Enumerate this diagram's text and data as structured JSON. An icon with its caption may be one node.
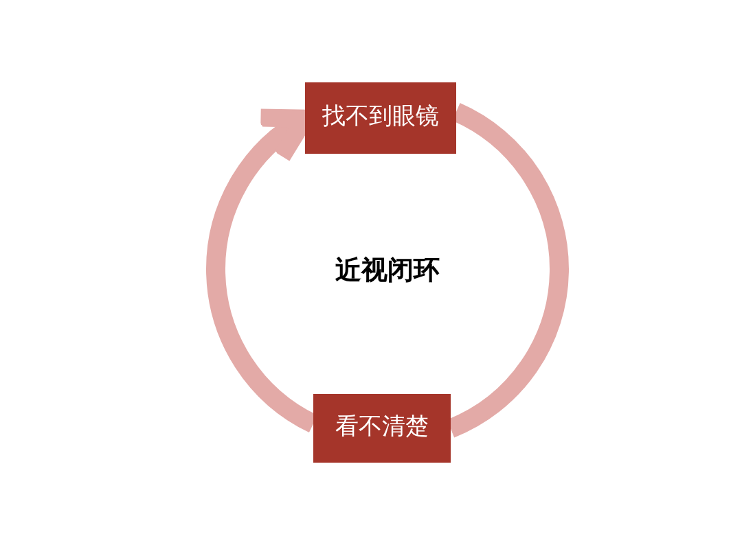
{
  "diagram": {
    "nodes": [
      {
        "text": [
          "找不到眼镜"
        ]
      },
      {
        "text": [
          "看不清楚"
        ]
      }
    ],
    "edges": [
      {
        "from": 1,
        "to": 0,
        "arrow": "to"
      },
      {
        "from": 0,
        "to": 1,
        "arrow": "none"
      }
    ],
    "labels": [
      "近视闭环"
    ]
  }
}
